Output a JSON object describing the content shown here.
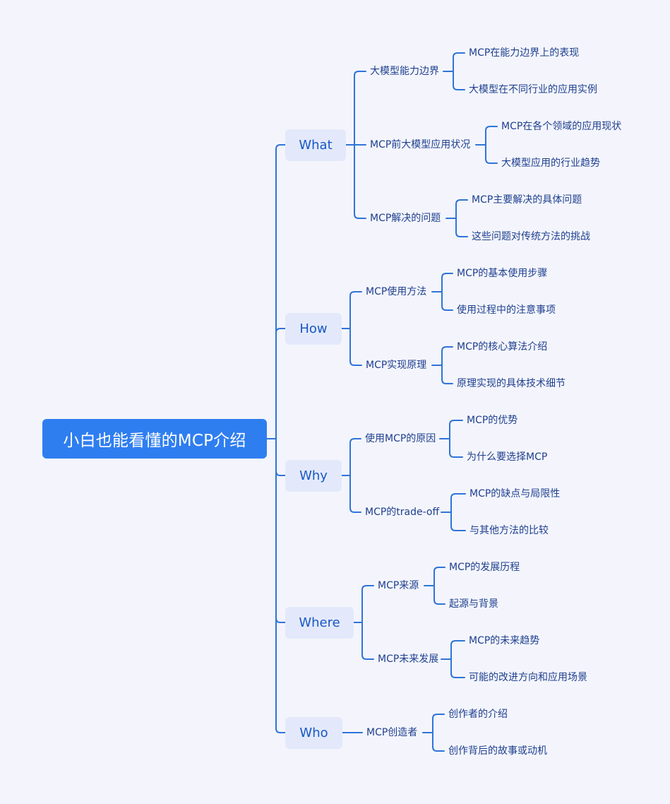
{
  "title": "小白也能看懂的MCP介绍",
  "branches": [
    {
      "label": "What",
      "children": [
        {
          "label": "大模型能力边界",
          "children": [
            "MCP在能力边界上的表现",
            "大模型在不同行业的应用实例"
          ]
        },
        {
          "label": "MCP前大模型应用状况",
          "children": [
            "MCP在各个领域的应用现状",
            "大模型应用的行业趋势"
          ]
        },
        {
          "label": "MCP解决的问题",
          "children": [
            "MCP主要解决的具体问题",
            "这些问题对传统方法的挑战"
          ]
        }
      ]
    },
    {
      "label": "How",
      "children": [
        {
          "label": "MCP使用方法",
          "children": [
            "MCP的基本使用步骤",
            "使用过程中的注意事项"
          ]
        },
        {
          "label": "MCP实现原理",
          "children": [
            "MCP的核心算法介绍",
            "原理实现的具体技术细节"
          ]
        }
      ]
    },
    {
      "label": "Why",
      "children": [
        {
          "label": "使用MCP的原因",
          "children": [
            "MCP的优势",
            "为什么要选择MCP"
          ]
        },
        {
          "label": "MCP的trade-off",
          "children": [
            "MCP的缺点与局限性",
            "与其他方法的比较"
          ]
        }
      ]
    },
    {
      "label": "Where",
      "children": [
        {
          "label": "MCP来源",
          "children": [
            "MCP的发展历程",
            "起源与背景"
          ]
        },
        {
          "label": "MCP未来发展",
          "children": [
            "MCP的未来趋势",
            "可能的改进方向和应用场景"
          ]
        }
      ]
    },
    {
      "label": "Who",
      "children": [
        {
          "label": "MCP创造者",
          "children": [
            "创作者的介绍",
            "创作背后的故事或动机"
          ]
        }
      ]
    }
  ]
}
